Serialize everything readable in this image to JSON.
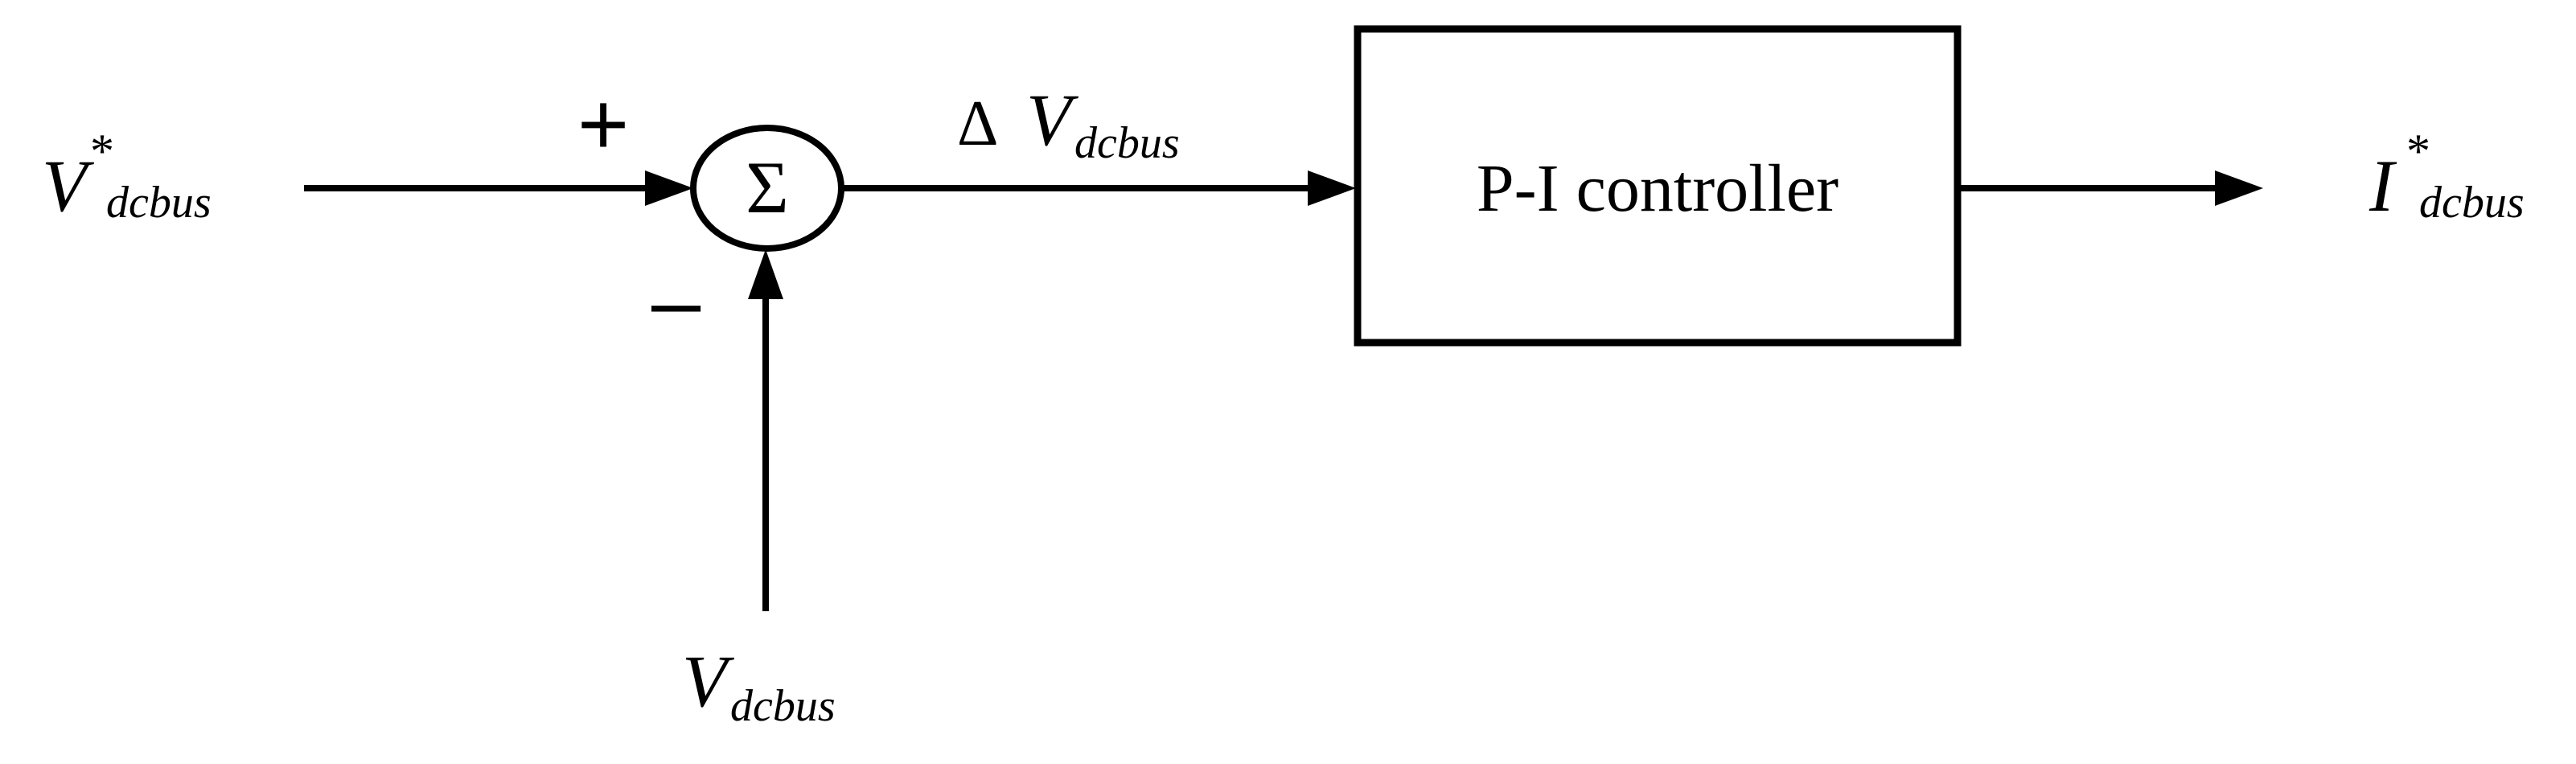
{
  "diagram": {
    "inputs": {
      "reference": {
        "symbol": "V",
        "superscript": "*",
        "subscript": "dcbus"
      },
      "feedback": {
        "symbol": "V",
        "subscript": "dcbus"
      }
    },
    "summing_junction": {
      "symbol": "Σ",
      "plus_sign": "+",
      "minus_sign": "–"
    },
    "error_signal": {
      "delta": "Δ",
      "symbol": "V",
      "subscript": "dcbus"
    },
    "controller": {
      "label": "P-I controller"
    },
    "output": {
      "symbol": "I",
      "superscript": "*",
      "subscript": "dcbus"
    }
  }
}
